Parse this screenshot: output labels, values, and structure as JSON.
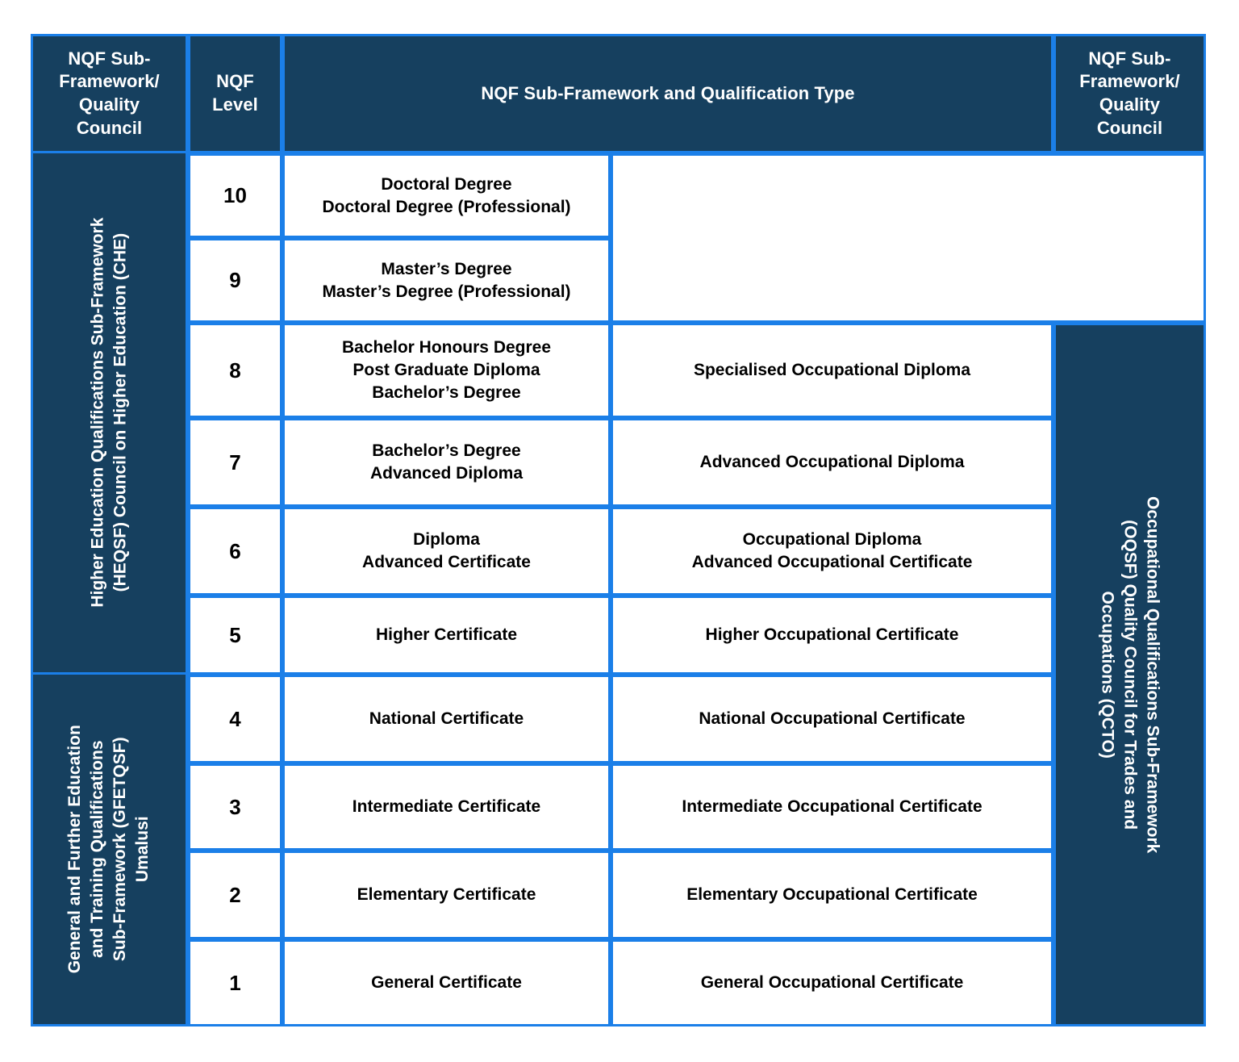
{
  "header": {
    "left_label": "NQF Sub-Framework/ Quality Council",
    "left_label_lines": [
      "NQF Sub-",
      "Framework/",
      "Quality",
      "Council"
    ],
    "level_label": "NQF Level",
    "level_label_lines": [
      "NQF",
      "Level"
    ],
    "center_label": "NQF Sub-Framework and Qualification Type",
    "right_label": "NQF Sub-Framework/ Quality Council",
    "right_label_lines": [
      "NQF Sub-",
      "Framework/",
      "Quality",
      "Council"
    ]
  },
  "councils": {
    "che": {
      "name": "Higher Education Qualifications Sub-Framework (HEQSF) Council on Higher Education (CHE)",
      "lines": [
        "Higher Education Qualifications Sub-Framework",
        "(HEQSF) Council on Higher Education (CHE)"
      ],
      "levels": [
        10,
        9,
        8,
        7,
        6,
        5
      ]
    },
    "gfetqsf": {
      "name": "General and Further Education and Training Qualifications Sub-Framework (GFETQSF) Umalusi",
      "lines": [
        "General and Further Education",
        "and Training Qualifications",
        "Sub-Framework (GFETQSF)",
        "Umalusi"
      ],
      "levels": [
        4,
        3,
        2,
        1
      ]
    },
    "qcto": {
      "name": "Occupational Qualifications Sub-Framework (OQSF) Quality Council for Trades and Occupations (QCTO)",
      "lines": [
        "Occupational Qualifications Sub-Framework",
        "(OQSF) Quality Council for Trades and",
        "Occupations (QCTO)"
      ],
      "levels": [
        8,
        7,
        6,
        5,
        4,
        3,
        2,
        1
      ]
    }
  },
  "rows": [
    {
      "level": "10",
      "academic": [
        "Doctoral Degree",
        "Doctoral Degree (Professional)"
      ],
      "occupational": []
    },
    {
      "level": "9",
      "academic": [
        "Master’s Degree",
        "Master’s Degree (Professional)"
      ],
      "occupational": []
    },
    {
      "level": "8",
      "academic": [
        "Bachelor Honours Degree",
        "Post Graduate Diploma",
        "Bachelor’s Degree"
      ],
      "occupational": [
        "Specialised Occupational Diploma"
      ]
    },
    {
      "level": "7",
      "academic": [
        "Bachelor’s Degree",
        "Advanced Diploma"
      ],
      "occupational": [
        "Advanced Occupational Diploma"
      ]
    },
    {
      "level": "6",
      "academic": [
        "Diploma",
        "Advanced Certificate"
      ],
      "occupational": [
        "Occupational Diploma",
        "Advanced Occupational Certificate"
      ]
    },
    {
      "level": "5",
      "academic": [
        "Higher Certificate"
      ],
      "occupational": [
        "Higher Occupational Certificate"
      ]
    },
    {
      "level": "4",
      "academic": [
        "National Certificate"
      ],
      "occupational": [
        "National Occupational Certificate"
      ]
    },
    {
      "level": "3",
      "academic": [
        "Intermediate Certificate"
      ],
      "occupational": [
        "Intermediate Occupational Certificate"
      ]
    },
    {
      "level": "2",
      "academic": [
        "Elementary Certificate"
      ],
      "occupational": [
        "Elementary Occupational Certificate"
      ]
    },
    {
      "level": "1",
      "academic": [
        "General Certificate"
      ],
      "occupational": [
        "General Occupational Certificate"
      ]
    }
  ],
  "colors": {
    "navy": "#16405F",
    "border_blue": "#1B7FE8",
    "cell_background": "#FFFFFF",
    "header_text": "#FFFFFF",
    "body_text": "#000000"
  }
}
